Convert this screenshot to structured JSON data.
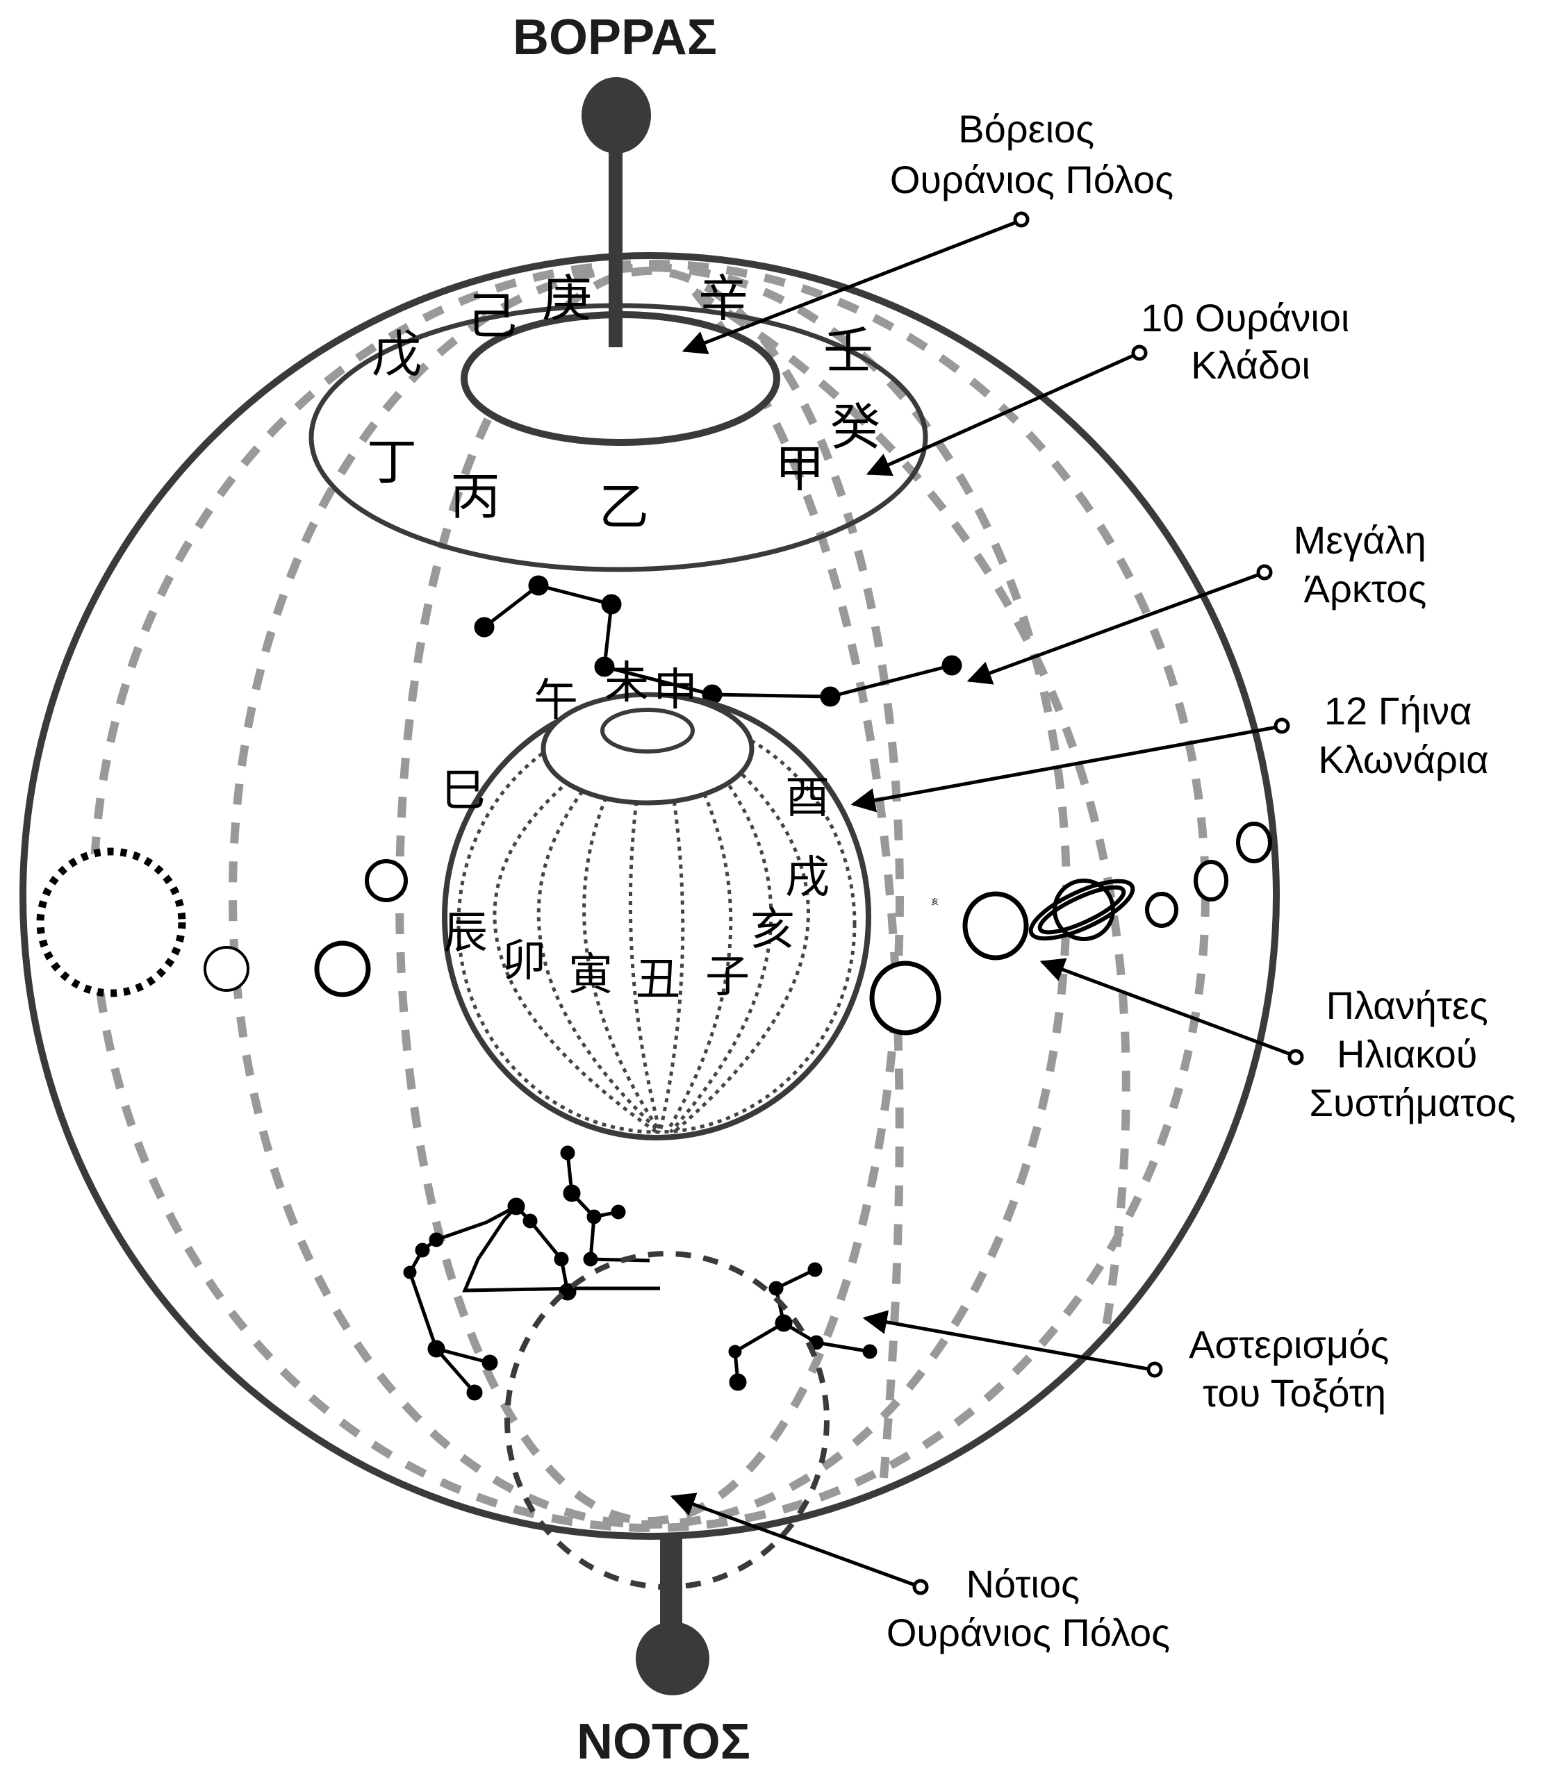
{
  "diagram": {
    "north_label": "ΒΟΡΡΑΣ",
    "south_label": "ΝΟΤΟΣ",
    "heavenly_stems": [
      "甲",
      "乙",
      "丙",
      "丁",
      "戊",
      "己",
      "庚",
      "辛",
      "壬",
      "癸"
    ],
    "earthly_branches": [
      "子",
      "丑",
      "寅",
      "卯",
      "辰",
      "巳",
      "午",
      "未",
      "申",
      "酉",
      "戌",
      "亥"
    ],
    "stray_glyph": "亥",
    "callouts": [
      {
        "id": "north-celestial-pole",
        "lines": [
          "Βόρειος",
          "Ουράνιος Πόλος"
        ]
      },
      {
        "id": "heavenly-stems",
        "lines": [
          "10 Ουράνιοι",
          "Κλάδοι"
        ]
      },
      {
        "id": "big-dipper",
        "lines": [
          "Μεγάλη",
          "Άρκτος"
        ]
      },
      {
        "id": "earthly-branches",
        "lines": [
          "12 Γήινα",
          "Κλωνάρια"
        ]
      },
      {
        "id": "solar-system-planets",
        "lines": [
          "Πλανήτες",
          "Ηλιακού",
          "Συστήματος"
        ]
      },
      {
        "id": "sagittarius",
        "lines": [
          "Αστερισμός",
          "του Τοξότη"
        ]
      },
      {
        "id": "south-celestial-pole",
        "lines": [
          "Νότιος",
          "Ουράνιος Πόλος"
        ]
      }
    ],
    "colors": {
      "sphere_stroke": "#3a3a3a",
      "meridian_dash": "#999999",
      "ink": "#000000",
      "pole_fill": "#3a3a3a"
    }
  }
}
